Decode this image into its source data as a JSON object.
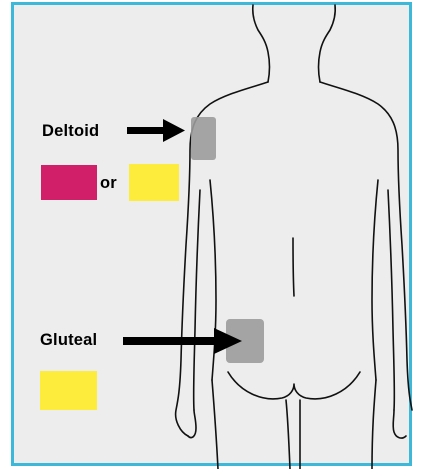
{
  "labels": {
    "deltoid": "Deltoid",
    "or": "or",
    "gluteal": "Gluteal"
  },
  "colors": {
    "frame": "#3db8d8",
    "background": "#ededed",
    "magenta_swatch": "#d21f6a",
    "yellow_swatch": "#fdec3b",
    "site_marker": "#9b9b9b"
  }
}
